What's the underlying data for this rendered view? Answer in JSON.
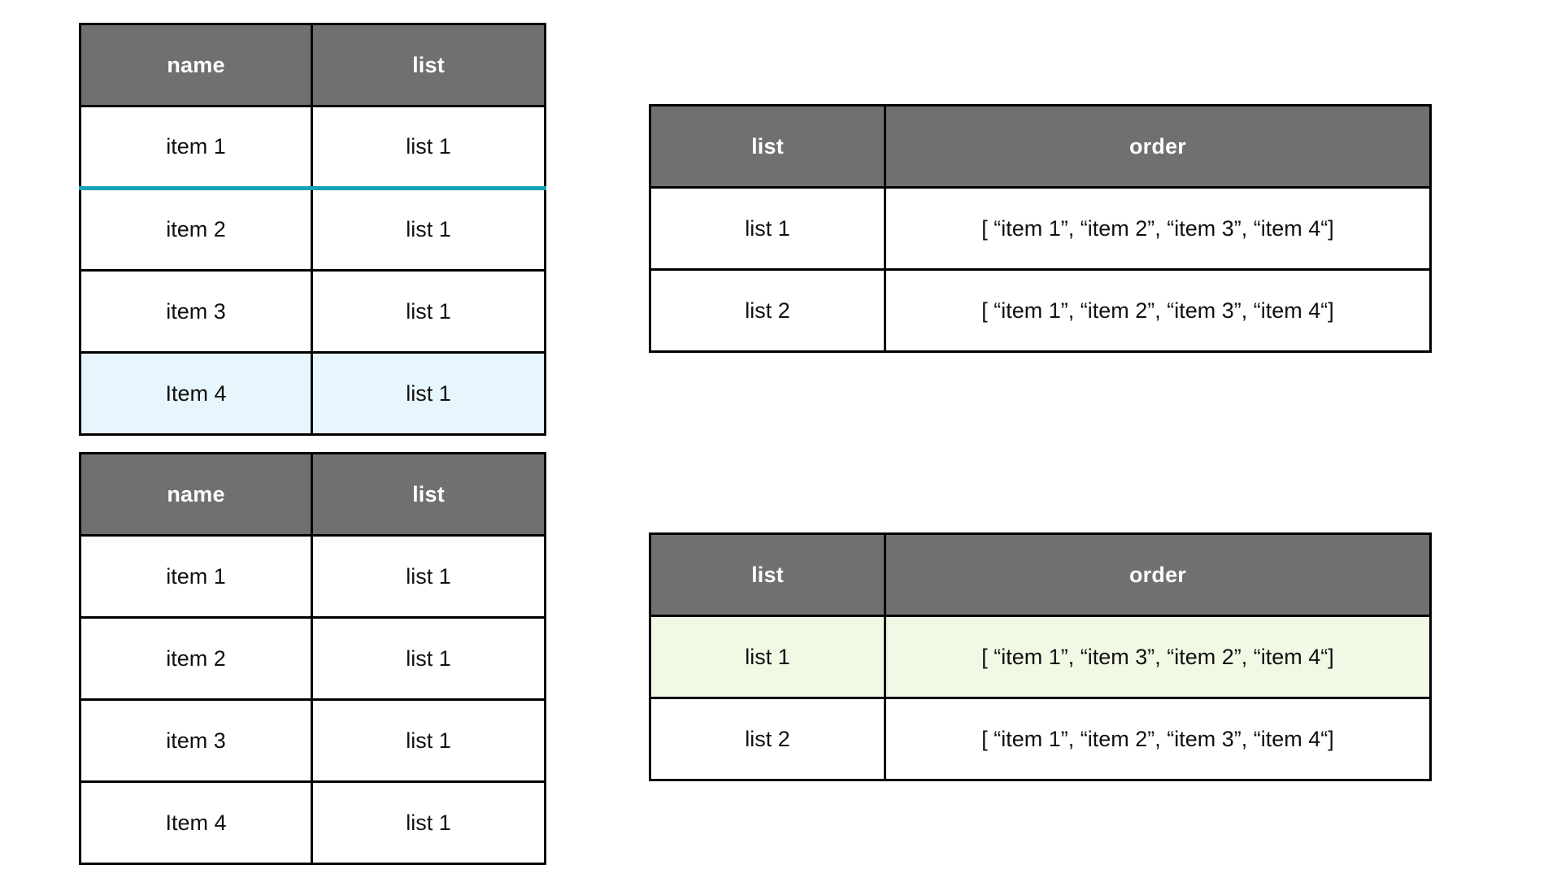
{
  "colors": {
    "header_background": "#707070",
    "header_text": "#ffffff",
    "border": "#000000",
    "page_background": "#ffffff",
    "drop_indicator": "#17a2b8",
    "row_highlight_blue": "#e6f6fc",
    "row_highlight_green": "#f1f9e4"
  },
  "items_table_top": {
    "name": "items-table-before",
    "columns": [
      "name",
      "list"
    ],
    "rows": [
      {
        "name": "item 1",
        "list": "list 1",
        "state": "normal",
        "drop_line_below": true
      },
      {
        "name": "item 2",
        "list": "list 1",
        "state": "normal",
        "drop_line_below": false
      },
      {
        "name": "item 3",
        "list": "list 1",
        "state": "normal",
        "drop_line_below": false
      },
      {
        "name": "Item 4",
        "list": "list 1",
        "state": "highlight-blue",
        "drop_line_below": false
      }
    ]
  },
  "items_table_bottom": {
    "name": "items-table-after",
    "columns": [
      "name",
      "list"
    ],
    "rows": [
      {
        "name": "item 1",
        "list": "list 1",
        "state": "normal",
        "drop_line_below": false
      },
      {
        "name": "item 2",
        "list": "list 1",
        "state": "normal",
        "drop_line_below": false
      },
      {
        "name": "item 3",
        "list": "list 1",
        "state": "normal",
        "drop_line_below": false
      },
      {
        "name": "Item 4",
        "list": "list 1",
        "state": "normal",
        "drop_line_below": false
      }
    ]
  },
  "order_table_top": {
    "name": "order-table-before",
    "columns": [
      "list",
      "order"
    ],
    "rows": [
      {
        "list": "list 1",
        "order": "[ “item 1”, “item 2”, “item 3”, “item 4“]",
        "state": "normal"
      },
      {
        "list": "list 2",
        "order": "[ “item 1”, “item 2”, “item 3”, “item 4“]",
        "state": "normal"
      }
    ]
  },
  "order_table_bottom": {
    "name": "order-table-after",
    "columns": [
      "list",
      "order"
    ],
    "rows": [
      {
        "list": "list 1",
        "order": "[ “item 1”, “item 3”, “item 2”, “item 4“]",
        "state": "highlight-green"
      },
      {
        "list": "list 2",
        "order": "[ “item 1”, “item 2”, “item 3”, “item 4“]",
        "state": "normal"
      }
    ]
  }
}
